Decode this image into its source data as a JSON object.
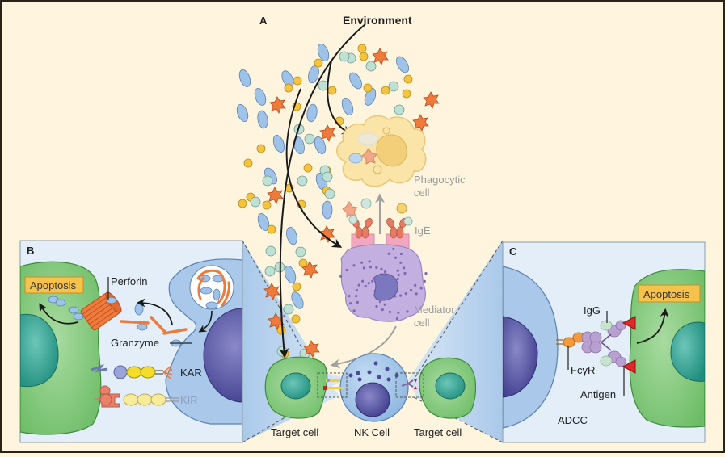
{
  "figure": {
    "panels": {
      "A": {
        "letter": "A",
        "title": "Environment"
      },
      "B": {
        "letter": "B"
      },
      "C": {
        "letter": "C"
      }
    },
    "panel_a": {
      "phagocytic_cell": [
        "Phagocytic",
        "cell"
      ],
      "ige": "IgE",
      "mediator_cell": [
        "Mediator",
        "cell"
      ],
      "target_cell_left": "Target cell",
      "nk_cell": "NK Cell",
      "target_cell_right": "Target cell"
    },
    "panel_b": {
      "apoptosis": "Apoptosis",
      "perforin": "Perforin",
      "granzyme": "Granzyme",
      "kar": "KAR",
      "kir": "KIR"
    },
    "panel_c": {
      "apoptosis": "Apoptosis",
      "igg": "IgG",
      "fcgr": "FcγR",
      "antigen": "Antigen",
      "adcc": "ADCC"
    },
    "colors": {
      "background": "#fff5df",
      "panel_bg": "#e4eef8",
      "nk_cell": "#9fc3e8",
      "nucleus": "#4a4a98",
      "target_cell": "#7fc77a",
      "target_nucleus": "#2a9c8c",
      "apoptosis_box": "#f7c24a",
      "perforin": "#ee7a3c",
      "frame": "#2b2218"
    }
  }
}
